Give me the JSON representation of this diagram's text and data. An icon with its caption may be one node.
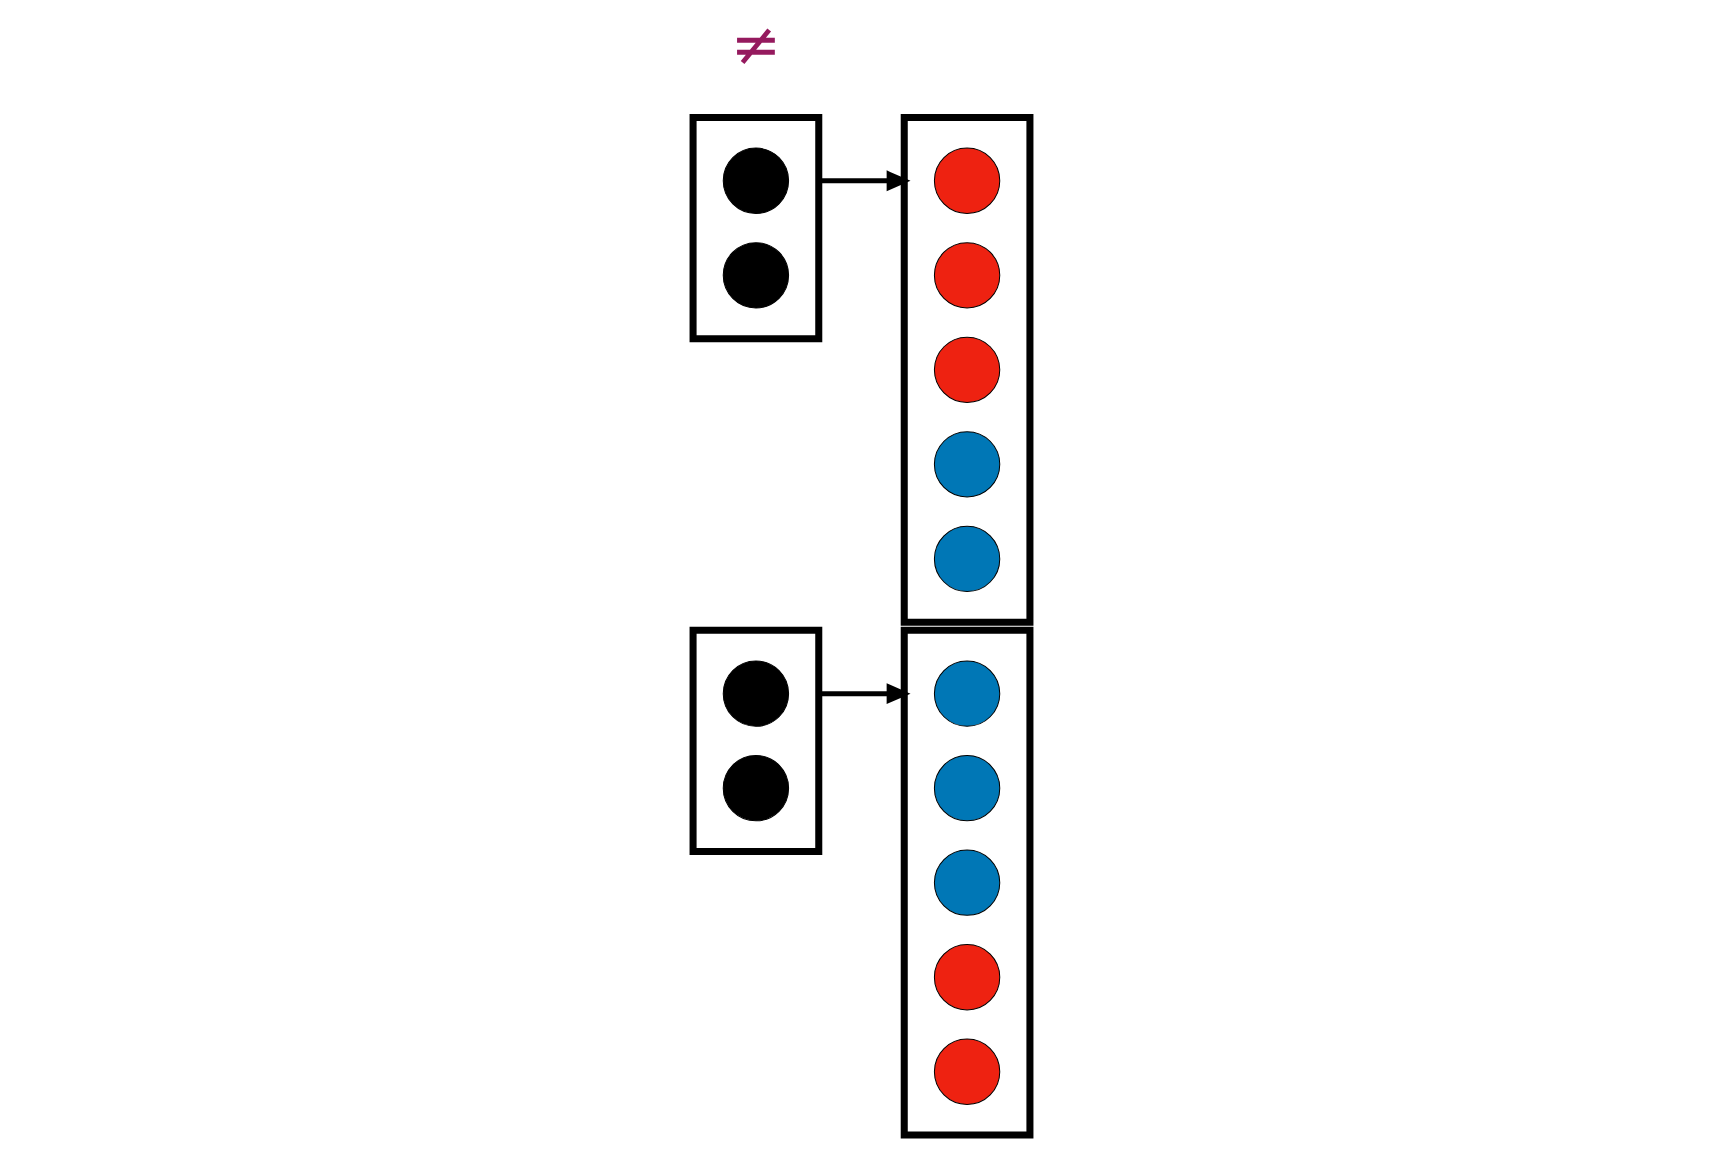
{
  "diagram": {
    "nodes": [
      {
        "text": [],
        "shape": "box"
      },
      {
        "text": [],
        "shape": "circle",
        "in": 0
      },
      {
        "text": [],
        "shape": "circle",
        "in": 0
      },
      {
        "text": [],
        "shape": "box"
      },
      {
        "text": [],
        "shape": "circle",
        "in": 3
      },
      {
        "text": [],
        "shape": "circle",
        "in": 3
      },
      {
        "text": [],
        "shape": "circle",
        "in": 3
      },
      {
        "text": [],
        "shape": "circle",
        "in": 3
      },
      {
        "text": [],
        "shape": "circle",
        "in": 3
      },
      {
        "text": [],
        "shape": "box"
      },
      {
        "text": [],
        "shape": "circle",
        "in": 9
      },
      {
        "text": [],
        "shape": "circle",
        "in": 9
      },
      {
        "text": [],
        "shape": "box"
      },
      {
        "text": [],
        "shape": "circle",
        "in": 12
      },
      {
        "text": [],
        "shape": "circle",
        "in": 12
      },
      {
        "text": [],
        "shape": "circle",
        "in": 12
      },
      {
        "text": [],
        "shape": "circle",
        "in": 12
      },
      {
        "text": [],
        "shape": "circle",
        "in": 12
      }
    ],
    "edges": [
      {
        "from": 0,
        "to": 3,
        "arrow": "to"
      },
      {
        "from": 9,
        "to": 12,
        "arrow": "to"
      }
    ],
    "labels": [
      "≠"
    ]
  }
}
